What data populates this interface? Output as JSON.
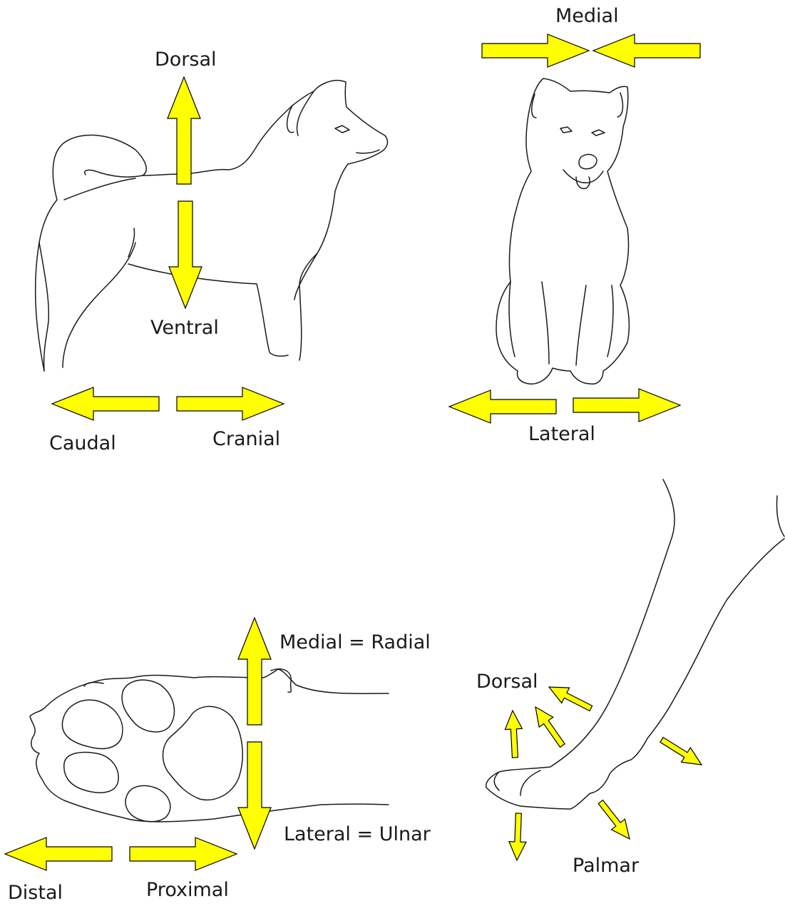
{
  "labels": {
    "dorsal_top": "Dorsal",
    "ventral": "Ventral",
    "caudal": "Caudal",
    "cranial": "Cranial",
    "medial": "Medial",
    "lateral": "Lateral",
    "medial_radial": "Medial = Radial",
    "lateral_ulnar": "Lateral = Ulnar",
    "distal": "Distal",
    "proximal": "Proximal",
    "dorsal_leg": "Dorsal",
    "palmar": "Palmar"
  },
  "colors": {
    "arrow_fill": "#ffff00",
    "arrow_stroke": "#000000",
    "line": "#1a1a1a",
    "background": "#ffffff"
  }
}
